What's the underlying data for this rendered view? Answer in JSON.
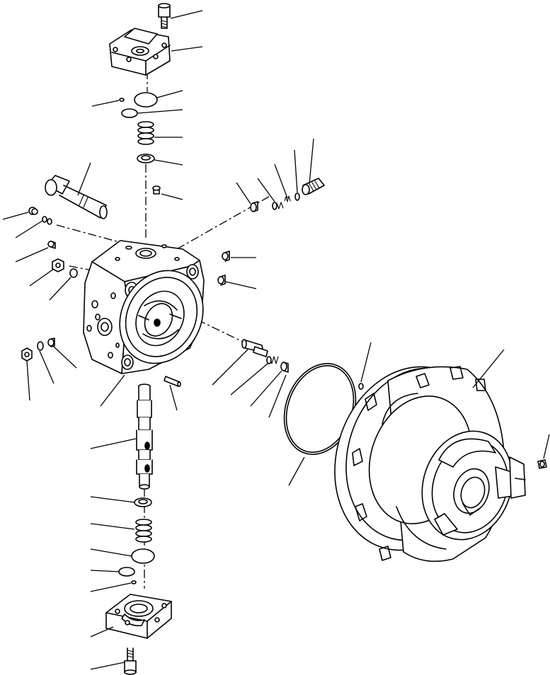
{
  "diagram": {
    "type": "exploded-parts-view",
    "background": "#ffffff",
    "stroke_color": "#000000",
    "callouts": [
      {
        "id": "c01",
        "part": "top-cover-bolt"
      },
      {
        "id": "c02",
        "part": "top-cover"
      },
      {
        "id": "c03",
        "part": "top-o-ring-large"
      },
      {
        "id": "c04",
        "part": "top-small-ball"
      },
      {
        "id": "c05",
        "part": "top-o-ring-small"
      },
      {
        "id": "c06",
        "part": "top-spring"
      },
      {
        "id": "c07",
        "part": "top-seat-washer"
      },
      {
        "id": "c08",
        "part": "long-pin-bolt"
      },
      {
        "id": "c09",
        "part": "top-plug-small"
      },
      {
        "id": "c10",
        "part": "right-upper-plug"
      },
      {
        "id": "c11",
        "part": "right-upper-spring"
      },
      {
        "id": "c12",
        "part": "right-upper-o-ring"
      },
      {
        "id": "c13",
        "part": "right-upper-valve"
      },
      {
        "id": "c14",
        "part": "left-plug-a"
      },
      {
        "id": "c15",
        "part": "left-o-ring-a"
      },
      {
        "id": "c16",
        "part": "left-plug-b"
      },
      {
        "id": "c17",
        "part": "left-plug-hex"
      },
      {
        "id": "c18",
        "part": "left-o-ring-b"
      },
      {
        "id": "c19",
        "part": "right-plug-a"
      },
      {
        "id": "c20",
        "part": "right-plug-b"
      },
      {
        "id": "c21",
        "part": "lower-left-plug-hex"
      },
      {
        "id": "c22",
        "part": "lower-left-o-ring"
      },
      {
        "id": "c23",
        "part": "lower-left-plug"
      },
      {
        "id": "c24",
        "part": "valve-body-housing"
      },
      {
        "id": "c25",
        "part": "dowel-pin"
      },
      {
        "id": "c26",
        "part": "right-lower-poppet"
      },
      {
        "id": "c27",
        "part": "right-lower-spring"
      },
      {
        "id": "c28",
        "part": "right-lower-plug"
      },
      {
        "id": "c29",
        "part": "large-o-ring"
      },
      {
        "id": "c30",
        "part": "small-seal-pin"
      },
      {
        "id": "c31",
        "part": "motor-case"
      },
      {
        "id": "c32",
        "part": "case-plug"
      },
      {
        "id": "c33",
        "part": "spool"
      },
      {
        "id": "c34",
        "part": "bottom-seat-washer"
      },
      {
        "id": "c35",
        "part": "bottom-spring"
      },
      {
        "id": "c36",
        "part": "bottom-o-ring-large"
      },
      {
        "id": "c37",
        "part": "bottom-o-ring-small"
      },
      {
        "id": "c38",
        "part": "bottom-small-ball"
      },
      {
        "id": "c39",
        "part": "bottom-cover"
      },
      {
        "id": "c40",
        "part": "bottom-cover-bolt"
      }
    ]
  }
}
